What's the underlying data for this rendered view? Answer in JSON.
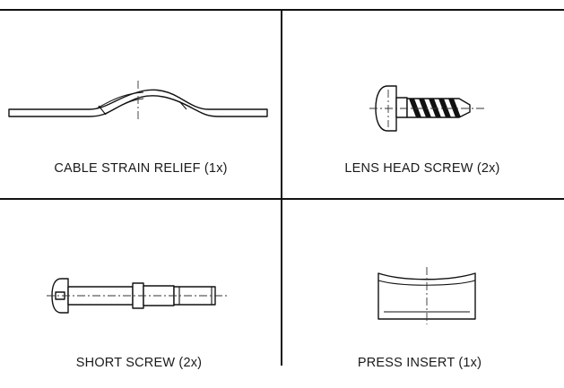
{
  "parts": [
    {
      "id": "cable-strain-relief",
      "label": "CABLE STRAIN RELIEF (1x)",
      "icon": "cable-strain-relief-icon"
    },
    {
      "id": "lens-head-screw",
      "label": "LENS HEAD SCREW (2x)",
      "icon": "lens-head-screw-icon"
    },
    {
      "id": "short-screw",
      "label": "SHORT SCREW (2x)",
      "icon": "short-screw-icon"
    },
    {
      "id": "press-insert",
      "label": "PRESS INSERT (1x)",
      "icon": "press-insert-icon"
    }
  ]
}
